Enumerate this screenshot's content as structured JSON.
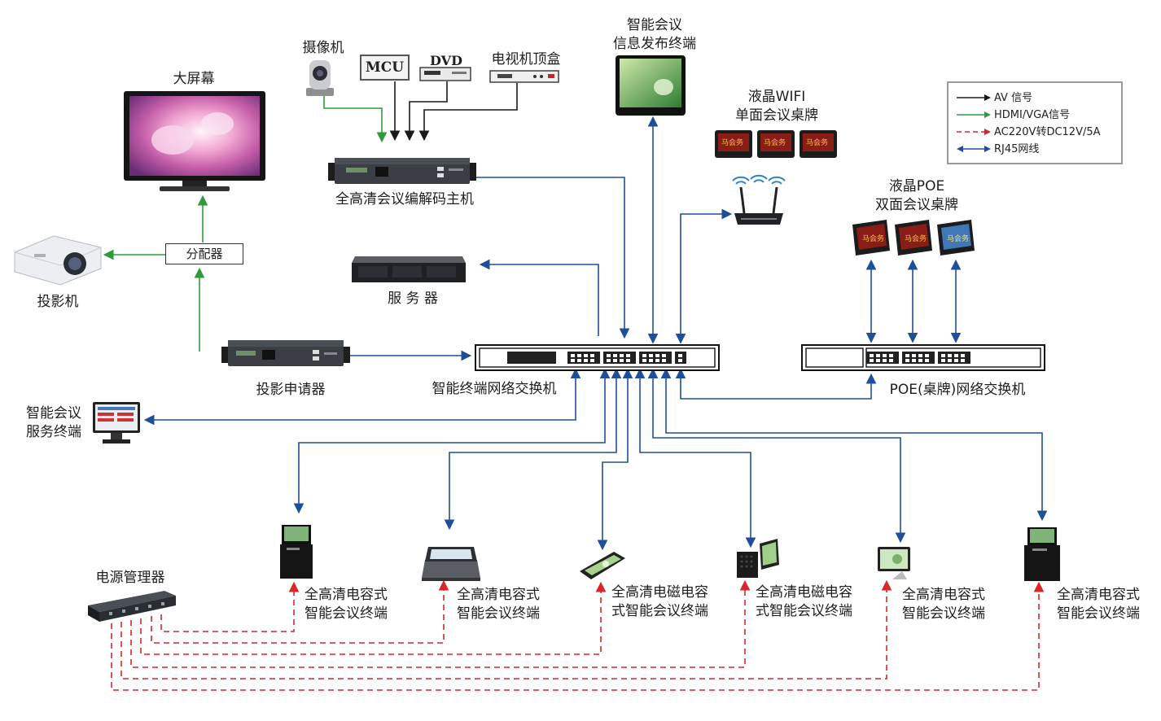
{
  "legend": {
    "items": [
      {
        "label": "AV 信号",
        "color": "#1a1a1a",
        "style": "solid"
      },
      {
        "label": "HDMI/VGA信号",
        "color": "#2e9b3f",
        "style": "solid"
      },
      {
        "label": "AC220V转DC12V/5A",
        "color": "#d8262a",
        "style": "dashed"
      },
      {
        "label": "RJ45网线",
        "color": "#1f4f9a",
        "style": "solid"
      }
    ]
  },
  "labels": {
    "big_screen": "大屏幕",
    "camera": "摄像机",
    "mcu": "MCU",
    "dvd": "DVD",
    "stb": "电视机顶盒",
    "info_terminal": [
      "智能会议",
      "信息发布终端"
    ],
    "codec_host": "全高清会议编解码主机",
    "splitter": "分配器",
    "projector": "投影机",
    "server": "服 务 器",
    "wifi_nameplate": [
      "液晶WIFI",
      "单面会议桌牌"
    ],
    "poe_nameplate": [
      "液晶POE",
      "双面会议桌牌"
    ],
    "projector_requester": "投影申请器",
    "switch": "智能终端网络交换机",
    "poe_switch": "POE(桌牌)网络交换机",
    "service_terminal": [
      "智能会议",
      "服务终端"
    ],
    "power_manager": "电源管理器",
    "terminals": [
      [
        "全高清电容式",
        "智能会议终端"
      ],
      [
        "全高清电容式",
        "智能会议终端"
      ],
      [
        "全高清电磁电容",
        "式智能会议终端"
      ],
      [
        "全高清电磁电容",
        "式智能会议终端"
      ],
      [
        "全高清电容式",
        "智能会议终端"
      ],
      [
        "全高清电容式",
        "智能会议终端"
      ]
    ],
    "nameplate_text": "马会务"
  },
  "colors": {
    "av": "#1a1a1a",
    "hdmi": "#2e9b3f",
    "power": "#d8262a",
    "rj45": "#1f4f9a",
    "device_dark": "#262626",
    "device_panel": "#3b3f45"
  }
}
